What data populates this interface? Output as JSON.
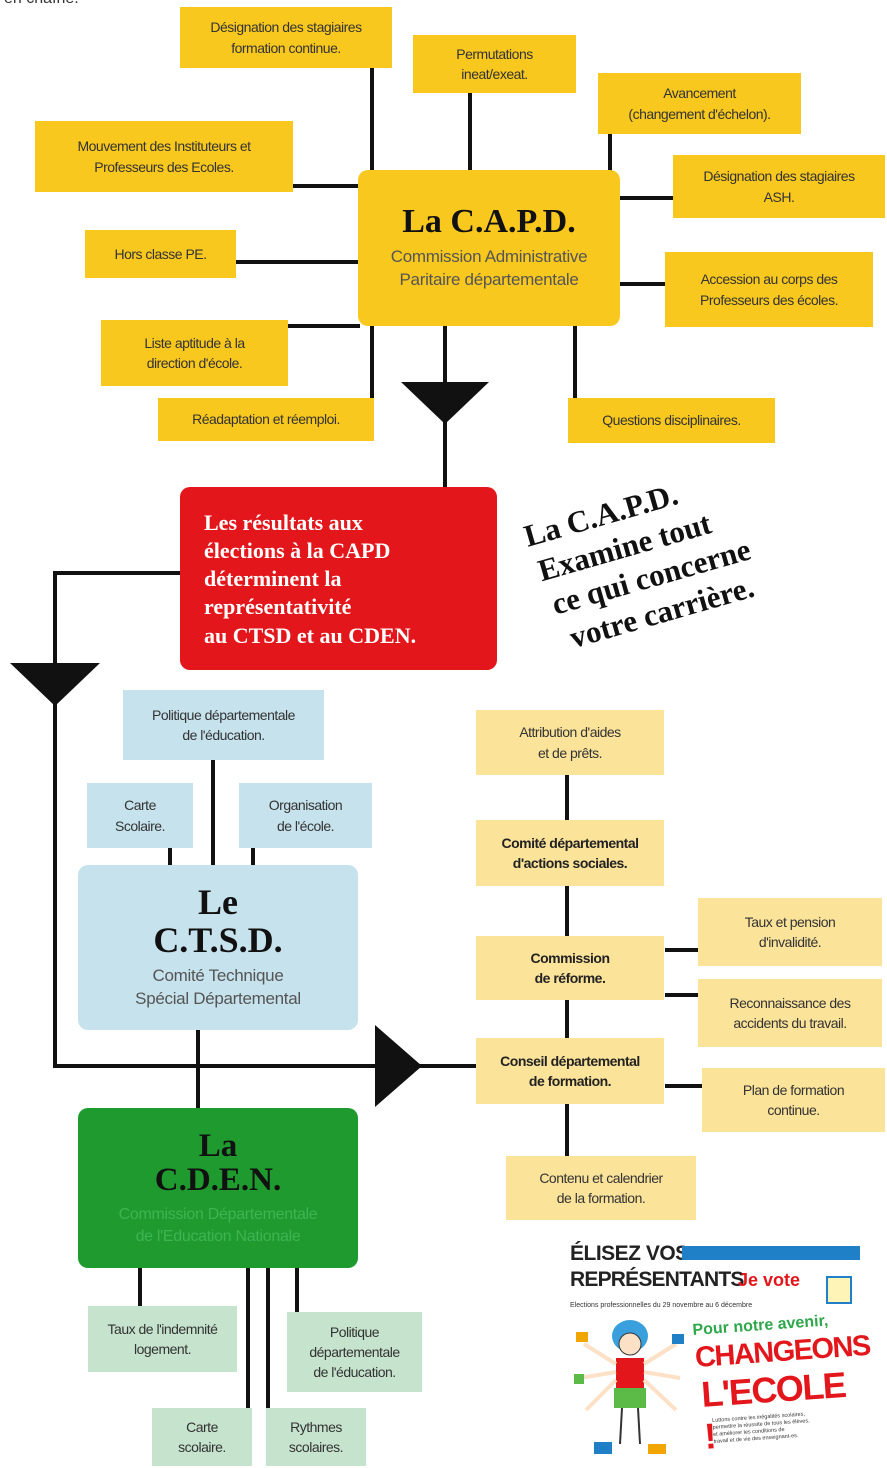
{
  "top_fragment": "en chaîne.",
  "capd": {
    "title": "La C.A.P.D.",
    "subtitle_1": "Commission Administrative",
    "subtitle_2": "Paritaire départementale",
    "satellites": [
      [
        "Désignation des stagiaires",
        "formation continue."
      ],
      [
        "Permutations",
        "ineat/exeat."
      ],
      [
        "Avancement",
        "(changement d'échelon)."
      ],
      [
        "Mouvement des Instituteurs et",
        "Professeurs des Ecoles."
      ],
      [
        "Désignation des stagiaires",
        "ASH."
      ],
      [
        "Hors classe PE."
      ],
      [
        "Accession au corps des",
        "Professeurs des écoles."
      ],
      [
        "Liste aptitude à la",
        "direction d'école."
      ],
      [
        "Réadaptation et réemploi."
      ],
      [
        "Questions disciplinaires."
      ]
    ]
  },
  "results": {
    "lines": [
      "Les résultats aux",
      "élections à la CAPD",
      "déterminent la",
      "représentativité",
      "au CTSD et au CDEN."
    ]
  },
  "slogan": {
    "lines": [
      "La C.A.P.D.",
      "Examine tout",
      "ce qui concerne",
      "votre carrière."
    ]
  },
  "ctsd": {
    "title_1": "Le",
    "title_2": "C.T.S.D.",
    "subtitle_1": "Comité Technique",
    "subtitle_2": "Spécial Départemental",
    "satellites": [
      [
        "Politique départementale",
        "de l'éducation."
      ],
      [
        "Carte",
        "Scolaire."
      ],
      [
        "Organisation",
        "de l'école."
      ]
    ]
  },
  "cden": {
    "title_1": "La",
    "title_2": "C.D.E.N.",
    "subtitle_1": "Commission Départementale",
    "subtitle_2": "de l'Education Nationale",
    "satellites": [
      [
        "Taux de l'indemnité",
        "logement."
      ],
      [
        "Politique",
        "départementale",
        "de l'éducation."
      ],
      [
        "Carte",
        "scolaire."
      ],
      [
        "Rythmes",
        "scolaires."
      ]
    ]
  },
  "right_chain": {
    "boxes": [
      [
        "Attribution d'aides",
        "et de prêts."
      ],
      [
        "Comité départemental",
        "d'actions sociales."
      ],
      [
        "Commission",
        "de réforme."
      ],
      [
        "Conseil départemental",
        "de formation."
      ],
      [
        "Contenu et calendrier",
        "de la formation."
      ]
    ],
    "side": [
      [
        "Taux et pension",
        "d'invalidité."
      ],
      [
        "Reconnaissance des",
        "accidents du travail."
      ],
      [
        "Plan de formation",
        "continue."
      ]
    ]
  },
  "poster": {
    "line1": "ÉLISEZ VOS",
    "line2": "REPRÉSENTANTS",
    "vote": "Je vote",
    "dates": "Elections professionnelles du 29 novembre au 6 décembre",
    "tag": "Pour notre avenir,",
    "big1": "CHANGEONS",
    "big2": "L'ECOLE !",
    "small": [
      "Luttons contre les inégalités scolaires,",
      "permettre la réussite de tous les élèves,",
      "et améliorer les conditions de",
      "travail et de vie des enseignant-es."
    ]
  },
  "colors": {
    "capd": "#f9c81e",
    "results": "#e3161b",
    "ctsd_satellite": "#c6e2ec",
    "cden": "#1f9a2f",
    "cden_satellite": "#c6e3cd",
    "chain": "#fbe39a",
    "lines": "#111111"
  }
}
